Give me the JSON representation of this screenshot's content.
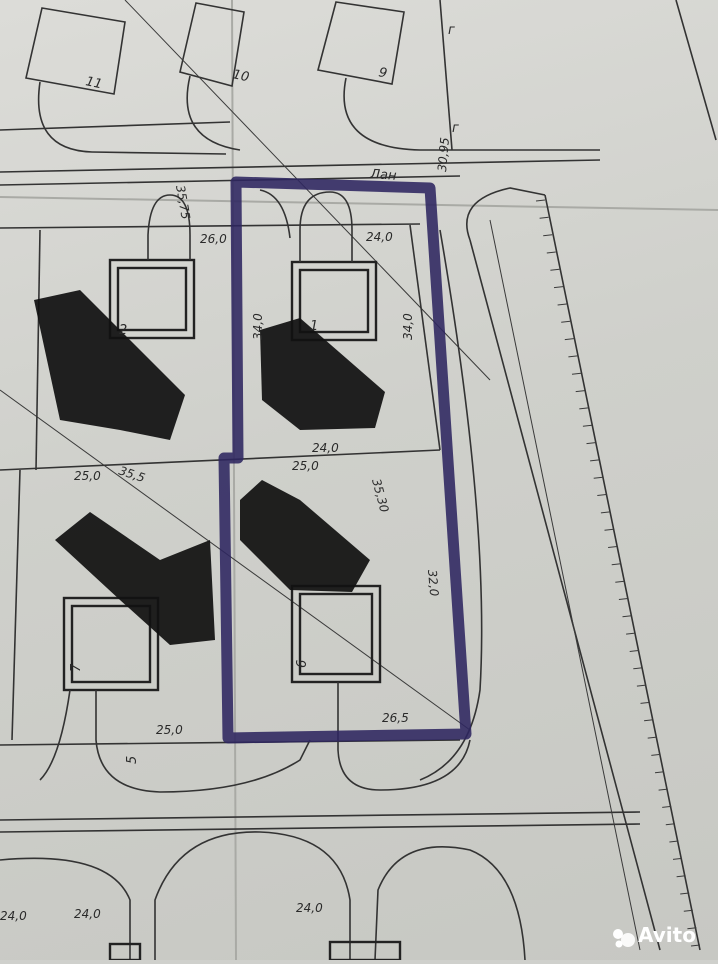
{
  "lot_numbers": {
    "lot_11": "11",
    "lot_10": "10",
    "lot_9": "9",
    "lot_2": "2",
    "lot_1": "1",
    "lot_6": "6",
    "lot_7": "7",
    "lot_5": "5"
  },
  "dimensions": {
    "top_a": "26,0",
    "top_b": "24,0",
    "left_side": "34,0",
    "right_side": "34,0",
    "mid_b": "24,0",
    "mid_a": "25,0",
    "mid_left": "25,0",
    "diag": "35,5",
    "right_lower": "35,30",
    "right_long": "32,0",
    "bottom_right": "26,5",
    "bottom_left": "25,0",
    "corner_top": "35,75",
    "corner_right": "30,95",
    "bottom_1": "24,0",
    "bottom_2": "24,0",
    "bottom_3": "24,0"
  },
  "street_letter_1": "г",
  "street_letter_2": "г",
  "handwritten": "Лан",
  "watermark": "Avito",
  "highlight_color": "#2e2660",
  "redaction_color": "#111111"
}
